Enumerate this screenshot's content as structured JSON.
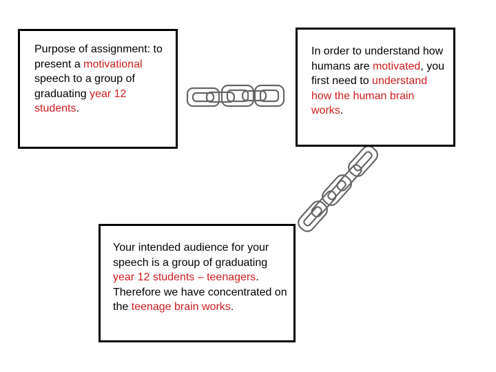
{
  "colors": {
    "highlight": "#d01c1c",
    "chain": "#666666",
    "border": "#000000"
  },
  "icons": {
    "chain_top": "chain-icon",
    "chain_diagonal": "chain-icon"
  },
  "box_purpose": {
    "t1": "Purpose of assignment: to present a ",
    "t2": "motivational",
    "t3": " speech to a group of graduating ",
    "t4": "year 12 students",
    "t5": "."
  },
  "box_understand": {
    "t1": "In order to understand how humans are ",
    "t2": "motivated",
    "t3": ", you first need to ",
    "t4": "understand how the human brain works",
    "t5": "."
  },
  "box_audience": {
    "t1": "Your intended audience for your speech is a group of graduating ",
    "t2": "year 12 students – teenagers",
    "t3": ". Therefore we have concentrated on the ",
    "t4": "teenage brain works",
    "t5": "."
  }
}
